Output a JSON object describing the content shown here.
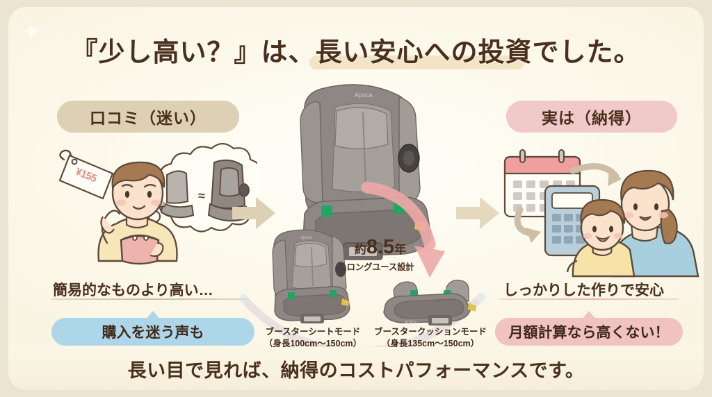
{
  "title": "『少し高い？』は、長い安心への投資でした。",
  "columns": {
    "left": {
      "header": "口コミ（迷い）",
      "price_tag": "¥155",
      "compare_symbol": "≈",
      "note": "簡易的なものより高い…",
      "caption": "購入を迷う声も"
    },
    "right": {
      "header": "実は（納得）",
      "note": "しっかりした作りで安心",
      "caption": "月額計算なら高くない！"
    }
  },
  "center": {
    "years_prefix": "約",
    "years_number": "8.5",
    "years_suffix": "年",
    "years_sub": "ロングユース設計",
    "modes": [
      {
        "name": "ブースターシートモード",
        "range": "（身長100cm〜150cm）"
      },
      {
        "name": "ブースタークッションモード",
        "range": "（身長135cm〜150cm）"
      }
    ],
    "brand": "Aprica"
  },
  "footer": "長い目で見れば、納得のコストパフォーマンスです。",
  "colors": {
    "background": "#ece4d2",
    "card": "#fdfaee",
    "title_text": "#4a2f1d",
    "title_highlight": "#f3e4c4",
    "header_left_pill": "#ded0b4",
    "header_right_pill": "#f2c9c9",
    "caption_left_pill": "#aed6e9",
    "caption_right_pill": "#f0c2c2",
    "arrow": "#ded0b4",
    "pink_arrow": "#eda9a9",
    "seat_gray": "#8e8783",
    "skin": "#fbe2cd",
    "hair": "#a57a52",
    "shirt_child": "#f7e2a8",
    "shirt_mother": "#a8cfdd",
    "purse": "#efb3ad",
    "calendar_header": "#ef9f9f",
    "calculator": "#b9cfdc"
  }
}
